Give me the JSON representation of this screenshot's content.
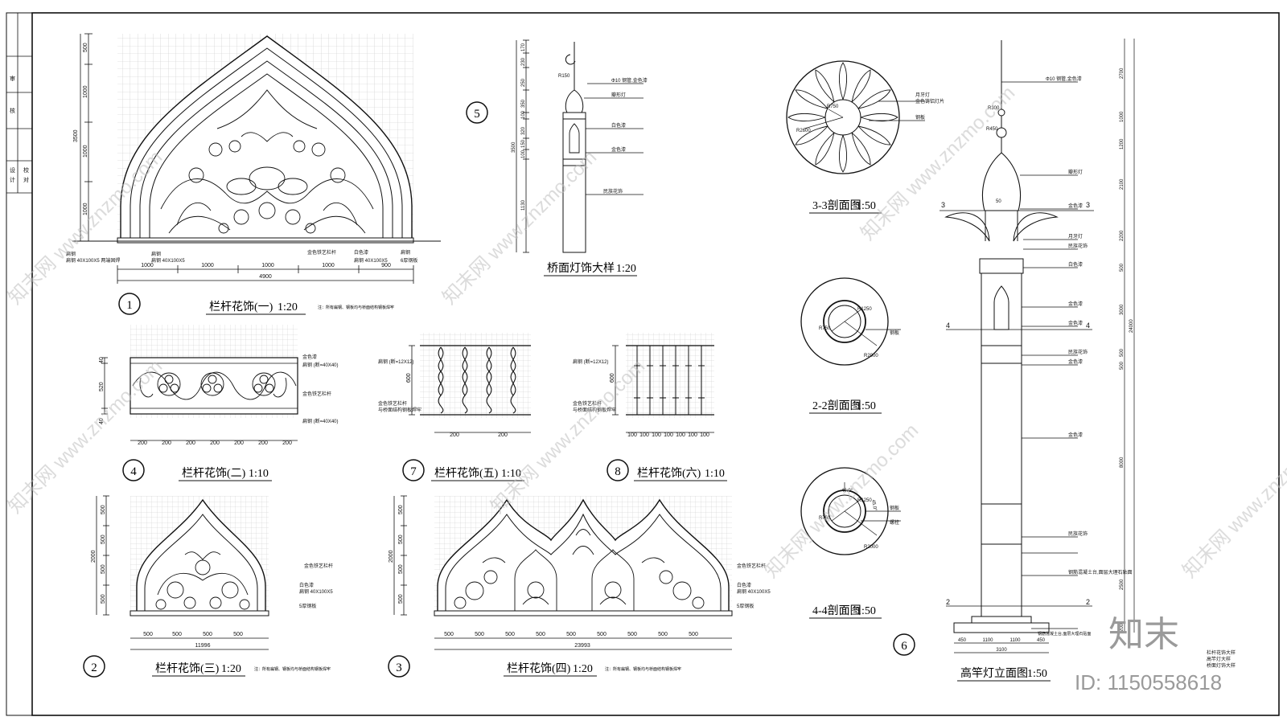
{
  "sheet": {
    "title_block": [
      "审",
      "核",
      "设",
      "计",
      "校",
      "对"
    ],
    "watermark": "知末网 www.znzmo.com",
    "logo_text": "知末",
    "id_text": "ID: 1150558618",
    "note": "注：所有扁钢、钢板均与桥面结构钢板焊牢"
  },
  "details": [
    {
      "num": "1",
      "title": "栏杆花饰(一)",
      "scale": "1:20",
      "dims_bottom": [
        "1000",
        "1000",
        "1000",
        "1000",
        "900"
      ],
      "dim_total": "4900",
      "dims_left": [
        "500",
        "1000",
        "1000",
        "1000"
      ],
      "dim_left_total": "3500",
      "labels": [
        "扁钢",
        "扁钢 40X100X5 两端固焊",
        "扁钢 40X100X5",
        "金色铁艺栏杆",
        "白色漆",
        "扁钢 40X100X5",
        "扁钢",
        "6厚钢板"
      ]
    },
    {
      "num": "2",
      "title": "栏杆花饰(三)",
      "scale": "1:20",
      "dims_bottom": [
        "500",
        "500",
        "500",
        "500"
      ],
      "dim_total": "11996",
      "dims_left": [
        "500",
        "500",
        "500",
        "500"
      ],
      "dim_left_total": "2000",
      "labels": [
        "金色铁艺栏杆",
        "白色漆",
        "扁钢 40X100X5",
        "5厚钢板"
      ]
    },
    {
      "num": "3",
      "title": "栏杆花饰(四)",
      "scale": "1:20",
      "dims_bottom": [
        "500",
        "500",
        "500",
        "500",
        "500",
        "500",
        "500",
        "500",
        "500"
      ],
      "dim_total": "23993",
      "dims_left": [
        "500",
        "500",
        "500",
        "500"
      ],
      "dim_left_total": "2000",
      "labels": [
        "金色铁艺栏杆",
        "白色漆",
        "扁钢 40X100X5",
        "5厚钢板"
      ]
    },
    {
      "num": "4",
      "title": "栏杆花饰(二)",
      "scale": "1:10",
      "dims_bottom": [
        "200",
        "200",
        "200",
        "200",
        "200",
        "200",
        "200"
      ],
      "dims_left": [
        "40",
        "520",
        "40"
      ],
      "labels": [
        "金色漆",
        "扁钢 (断=40X40)",
        "金色铁艺栏杆",
        "扁钢 (断=40X40)"
      ]
    },
    {
      "num": "5",
      "title": "桥面灯饰大样",
      "scale": "1:20",
      "dims_left": [
        "170",
        "230",
        "250",
        "350",
        "100",
        "320",
        "150",
        "100",
        "1130"
      ],
      "dim_left_total": "3500",
      "labels": [
        "Φ10 钢管,金色漆",
        "瓣形灯",
        "白色漆",
        "金色漆",
        "民族花饰"
      ],
      "radius": "R150"
    },
    {
      "num": "6",
      "title": "高竿灯立面图",
      "scale": "1:50",
      "dims_bottom": [
        "450",
        "1100",
        "1100",
        "450"
      ],
      "dim_total": "3100",
      "dims_right": [
        "2700",
        "1000",
        "1200",
        "2100",
        "2200",
        "500",
        "3000",
        "24000",
        "500",
        "500",
        "8000",
        "2500",
        "200"
      ],
      "radii": [
        "R300",
        "R450"
      ],
      "neck_dim": "50",
      "labels": [
        "Φ10 钢管,金色漆",
        "瓣形灯",
        "金色漆",
        "月牙灯",
        "民族花饰",
        "白色漆",
        "金色漆",
        "金色漆",
        "民族花饰",
        "金色漆",
        "金色漆",
        "民族花饰",
        "钢筋混凝土台,面层大理石贴面"
      ],
      "markers": [
        "3",
        "3",
        "4",
        "4",
        "2",
        "2"
      ]
    },
    {
      "num": "7",
      "title": "栏杆花饰(五)",
      "scale": "1:10",
      "dims_bottom": [
        "200",
        "200"
      ],
      "dims_left": [
        "600"
      ],
      "labels": [
        "扁钢 (断=12X12)",
        "金色铁艺栏杆",
        "与桥面结构钢板焊牢"
      ]
    },
    {
      "num": "8",
      "title": "栏杆花饰(六)",
      "scale": "1:10",
      "dims_bottom": [
        "100",
        "100",
        "100",
        "100",
        "100",
        "100",
        "100"
      ],
      "dims_left": [
        "600"
      ],
      "labels": [
        "扁钢 (断=12X12)",
        "金色铁艺栏杆",
        "与桥面结构钢板焊牢"
      ]
    }
  ],
  "sections": [
    {
      "title": "3-3剖面图",
      "scale": "1:50",
      "dims": [
        "R750",
        "R2600"
      ],
      "labels": [
        "月牙灯",
        "金色铸铝灯片",
        "钢板"
      ]
    },
    {
      "title": "2-2剖面图",
      "scale": "1:50",
      "dims": [
        "R750",
        "R1250",
        "R2000"
      ],
      "labels": [
        "钢板"
      ]
    },
    {
      "title": "4-4剖面图",
      "scale": "1:50",
      "dims": [
        "45.0°",
        "45.0°",
        "R750",
        "R1250",
        "R2000"
      ],
      "labels": [
        "钢板",
        "螺栓"
      ]
    }
  ],
  "right_notes": [
    "栏杆花饰大样",
    "高竿灯大样",
    "桥面灯饰大样"
  ],
  "colors": {
    "ink": "#111111",
    "grid": "#c8c8c8",
    "logo": "#9a9a9a"
  }
}
